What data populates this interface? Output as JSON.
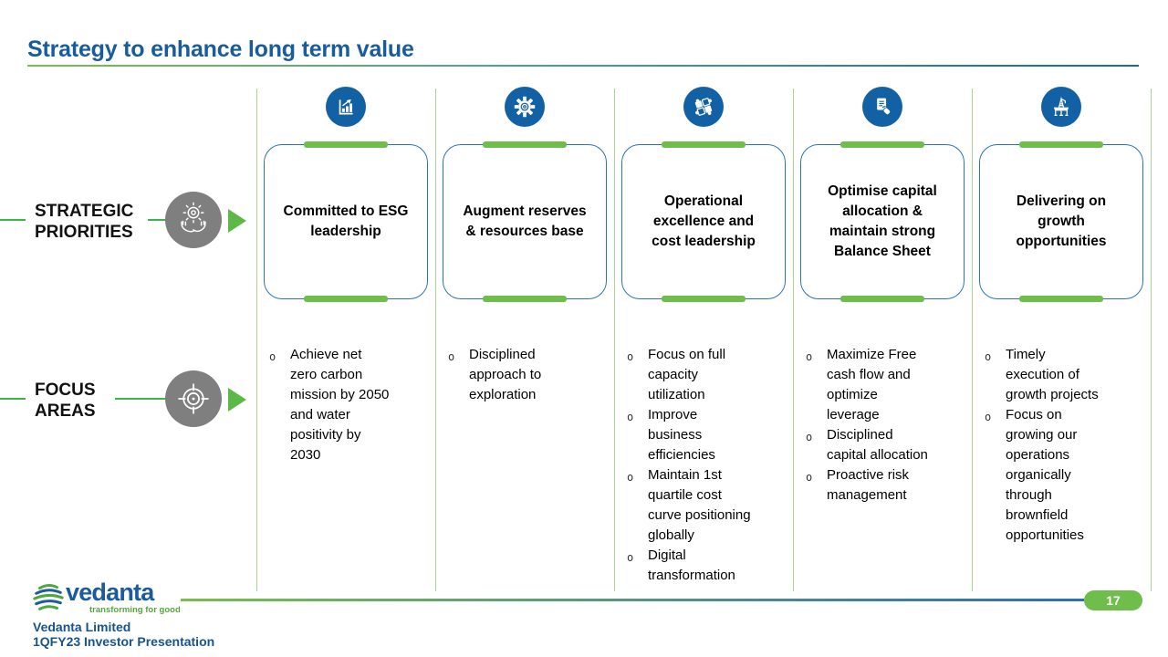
{
  "slide": {
    "title": "Strategy to enhance long term value",
    "row_labels": {
      "strategic_priorities": "STRATEGIC\nPRIORITIES",
      "focus_areas": "FOCUS\nAREAS"
    },
    "bullet_marker": "o",
    "columns": [
      {
        "icon": "bar-chart-growth-icon",
        "priority": "Committed to ESG\nleadership",
        "bullets": [
          "Achieve net\nzero carbon\nmission by 2050\nand water\npositivity by\n2030"
        ]
      },
      {
        "icon": "gear-icon",
        "priority": "Augment reserves\n& resources base",
        "bullets": [
          "Disciplined\napproach to\nexploration"
        ]
      },
      {
        "icon": "puzzle-icon",
        "priority": "Operational\nexcellence and\ncost leadership",
        "bullets": [
          "Focus on full\ncapacity\nutilization",
          "Improve\nbusiness\nefficiencies",
          "Maintain 1st\nquartile cost\ncurve positioning\nglobally",
          "Digital\ntransformation"
        ]
      },
      {
        "icon": "document-hand-icon",
        "priority": "Optimise capital\nallocation &\nmaintain strong\nBalance Sheet",
        "bullets": [
          "Maximize Free\ncash flow and\noptimize\nleverage",
          "Disciplined\ncapital allocation",
          "Proactive risk\nmanagement"
        ]
      },
      {
        "icon": "oil-rig-icon",
        "priority": "Delivering on\ngrowth\nopportunities",
        "bullets": [
          "Timely\nexecution of\ngrowth projects",
          "Focus on\ngrowing our\noperations\norganically\nthrough\nbrownfield\nopportunities"
        ]
      }
    ]
  },
  "footer": {
    "logo_name": "vedanta",
    "logo_tagline": "transforming for good",
    "company": "Vedanta Limited",
    "presentation": "1QFY23 Investor Presentation",
    "page_number": "17"
  },
  "colors": {
    "title_blue": "#185C9D",
    "accent_green": "#6FBE4B",
    "divider_green": "#AAD492",
    "connector_green": "#3BB54A",
    "icon_circle_blue": "#1261A5",
    "card_border_blue": "#2C74B5",
    "gray_circle": "#7F7F7F",
    "footer_blue": "#17548F"
  }
}
